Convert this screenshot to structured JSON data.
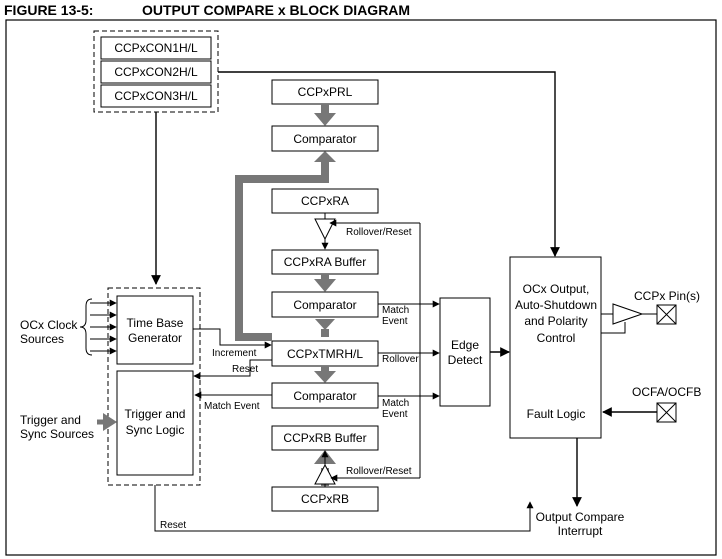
{
  "figure": {
    "number": "FIGURE 13-5:",
    "title": "OUTPUT COMPARE x BLOCK DIAGRAM"
  },
  "blocks": {
    "con1": "CCPxCON1H/L",
    "con2": "CCPxCON2H/L",
    "con3": "CCPxCON3H/L",
    "prl": "CCPxPRL",
    "comparator_top": "Comparator",
    "ra": "CCPxRA",
    "ra_buffer": "CCPxRA Buffer",
    "comparator_mid": "Comparator",
    "tmr": "CCPxTMRH/L",
    "comparator_bot": "Comparator",
    "rb_buffer": "CCPxRB Buffer",
    "rb": "CCPxRB",
    "time_base": [
      "Time Base",
      "Generator"
    ],
    "trigger_sync": [
      "Trigger and",
      "Sync Logic"
    ],
    "edge_detect": [
      "Edge",
      "Detect"
    ],
    "ocx_output": [
      "OCx Output,",
      "Auto-Shutdown",
      "and Polarity",
      "Control"
    ],
    "fault_logic": "Fault Logic"
  },
  "labels": {
    "ocx_clock_sources": [
      "OCx Clock",
      "Sources"
    ],
    "trigger_sources": [
      "Trigger and",
      "Sync Sources"
    ],
    "rollover_reset_top": "Rollover/Reset",
    "rollover_reset_bot": "Rollover/Reset",
    "match_event_top": [
      "Match",
      "Event"
    ],
    "match_event_bot": [
      "Match",
      "Event"
    ],
    "rollover": "Rollover",
    "increment": "Increment",
    "reset_tb": "Reset",
    "match_event_left": "Match Event",
    "reset_bottom": "Reset",
    "ccpx_pins": "CCPx Pin(s)",
    "ocfa_ocfb": "OCFA/OCFB",
    "output_compare_interrupt": [
      "Output Compare",
      "Interrupt"
    ]
  }
}
